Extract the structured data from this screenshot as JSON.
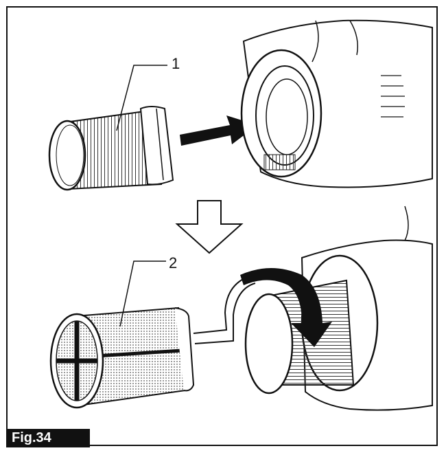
{
  "figure": {
    "label": "Fig.34",
    "callouts": [
      "1",
      "2"
    ]
  }
}
